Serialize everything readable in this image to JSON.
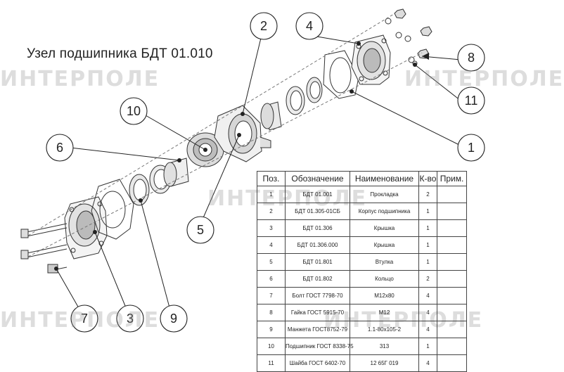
{
  "title": "Узел подшипника БДТ 01.010",
  "watermark": "ИНТЕРПОЛЕ",
  "callouts": [
    "1",
    "2",
    "3",
    "4",
    "5",
    "6",
    "7",
    "8",
    "9",
    "10",
    "11"
  ],
  "table": {
    "headers": [
      "Поз.",
      "Обозначение",
      "Наименование",
      "К-во",
      "Прим."
    ],
    "rows": [
      [
        "1",
        "БДТ 01.001",
        "Прокладка",
        "2",
        ""
      ],
      [
        "2",
        "БДТ 01.305-01СБ",
        "Корпус подшипника",
        "1",
        ""
      ],
      [
        "3",
        "БДТ 01.306",
        "Крышка",
        "1",
        ""
      ],
      [
        "4",
        "БДТ 01.306.000",
        "Крышка",
        "1",
        ""
      ],
      [
        "5",
        "БДТ 01.801",
        "Втулка",
        "1",
        ""
      ],
      [
        "6",
        "БДТ 01.802",
        "Кольцо",
        "2",
        ""
      ],
      [
        "7",
        "Болт ГОСТ 7798-70",
        "М12х80",
        "4",
        ""
      ],
      [
        "8",
        "Гайка ГОСТ 5915-70",
        "М12",
        "4",
        ""
      ],
      [
        "9",
        "Манжета ГОСТ8752-79",
        "1.1-80х105-2",
        "4",
        ""
      ],
      [
        "10",
        "Подшипник ГОСТ 8338-75",
        "313",
        "1",
        ""
      ],
      [
        "11",
        "Шайба ГОСТ 6402-70",
        "12 65Г 019",
        "4",
        ""
      ]
    ]
  }
}
